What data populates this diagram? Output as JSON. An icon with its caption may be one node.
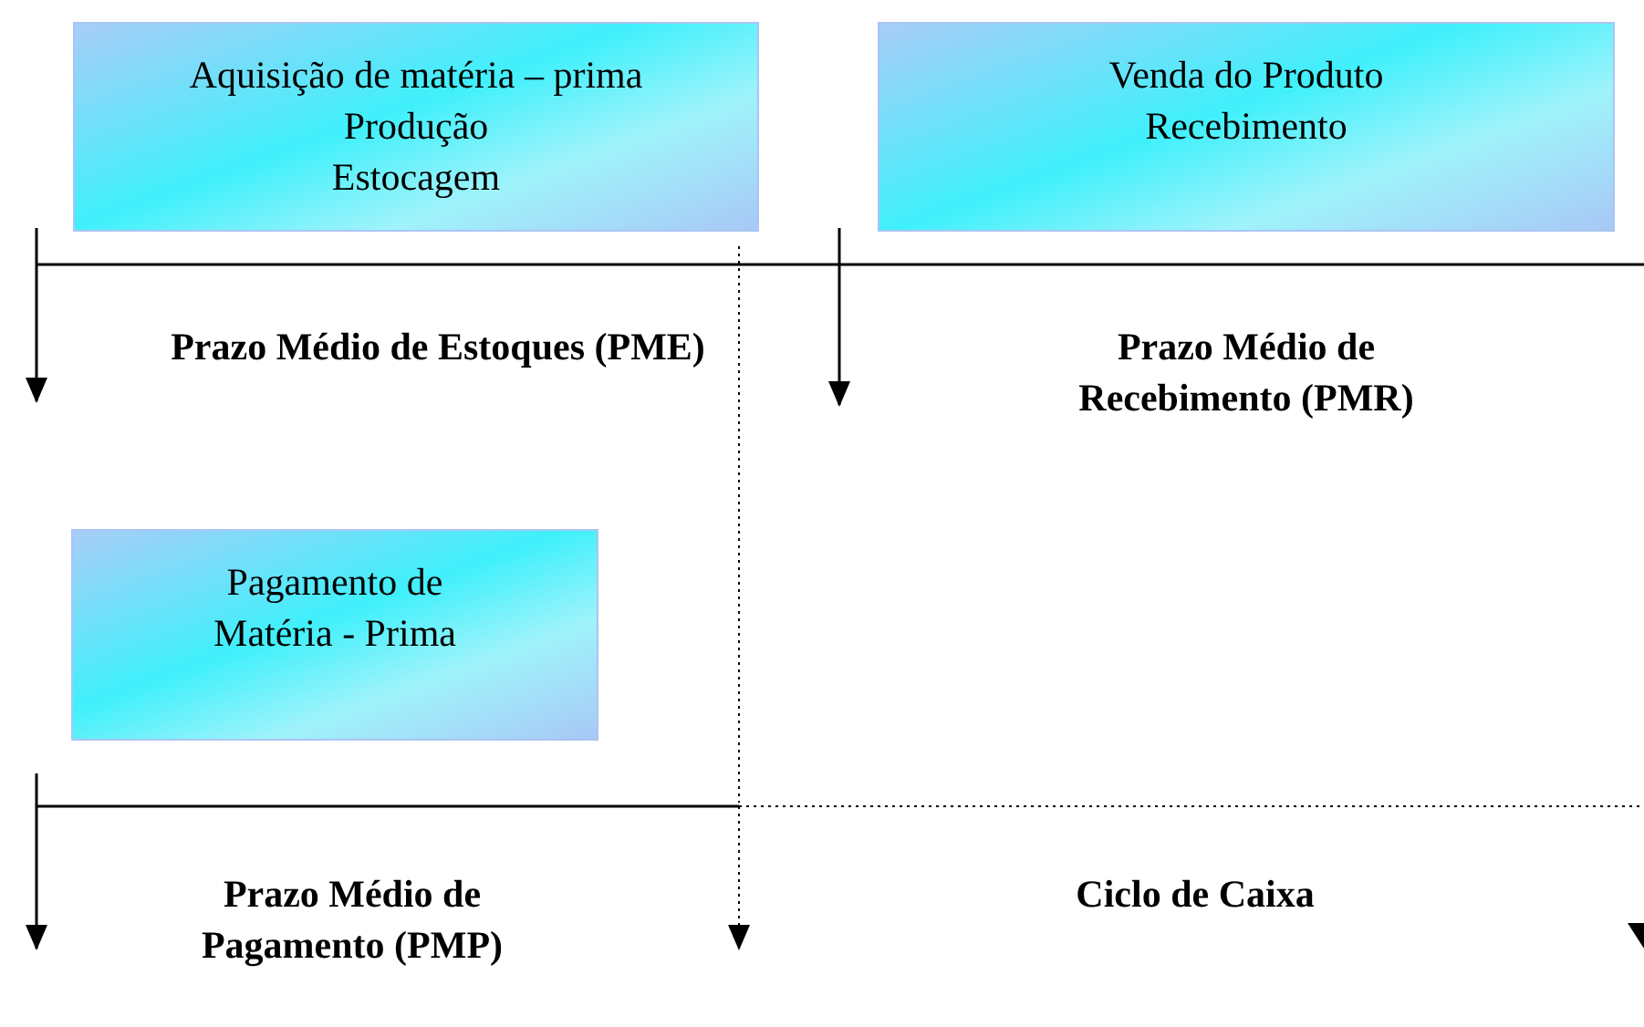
{
  "diagram": {
    "nodes": [
      {
        "text": [
          "Aquisição de matéria – prima",
          "Produção",
          "Estocagem"
        ]
      },
      {
        "text": [
          "Venda do Produto",
          "Recebimento"
        ]
      },
      {
        "text": [
          "Pagamento de Matéria - Prima"
        ]
      }
    ],
    "edges": [],
    "labels": [
      "Prazo Médio de Estoques (PME)",
      "Prazo Médio de Recebimento (PMR)",
      "Prazo Médio de Pagamento (PMP)",
      "Ciclo de Caixa"
    ]
  }
}
